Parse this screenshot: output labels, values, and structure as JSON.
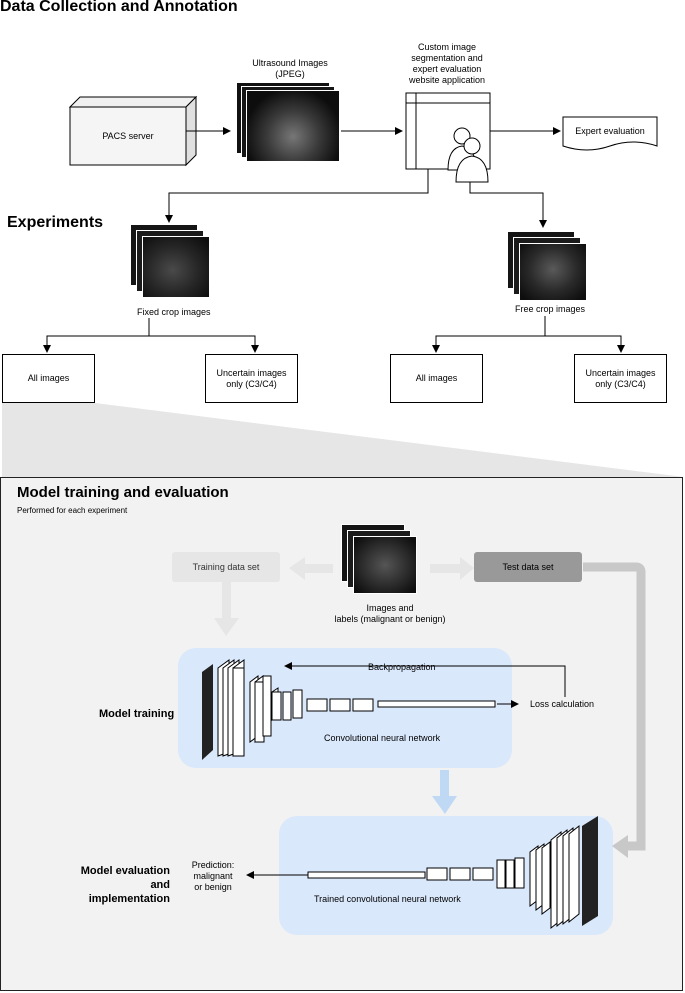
{
  "collection": {
    "title": "Data Collection and Annotation",
    "pacs": "PACS server",
    "ultrasound": "Ultrasound Images\n(JPEG)",
    "app": "Custom image\nsegmentation and\nexpert evaluation\nwebsite application",
    "expert": "Expert evaluation"
  },
  "experiments": {
    "title": "Experiments",
    "fixed_caption": "Fixed crop images",
    "free_caption": "Free crop images",
    "all_images": "All images",
    "uncertain": "Uncertain images\nonly (C3/C4)"
  },
  "training": {
    "title": "Model training and evaluation",
    "subtitle": "Performed for each experiment",
    "train_set": "Training data set",
    "test_set": "Test data set",
    "images_labels": "Images and\nlabels (malignant or benign)",
    "model_training": "Model training",
    "backprop": "Backpropagation",
    "loss": "Loss calculation",
    "cnn": "Convolutional neural network",
    "model_eval": "Model evaluation and\nimplementation",
    "prediction": "Prediction:\nmalignant\nor benign",
    "trained_cnn": "Trained convolutional neural network"
  },
  "colors": {
    "panel_bg": "#f2f2f2",
    "blue_zone": "#dae8fc",
    "light_arrow": "#e6e6e6",
    "gray_arrow": "#c8c8c8",
    "blue_arrow": "#bfd9f5"
  }
}
